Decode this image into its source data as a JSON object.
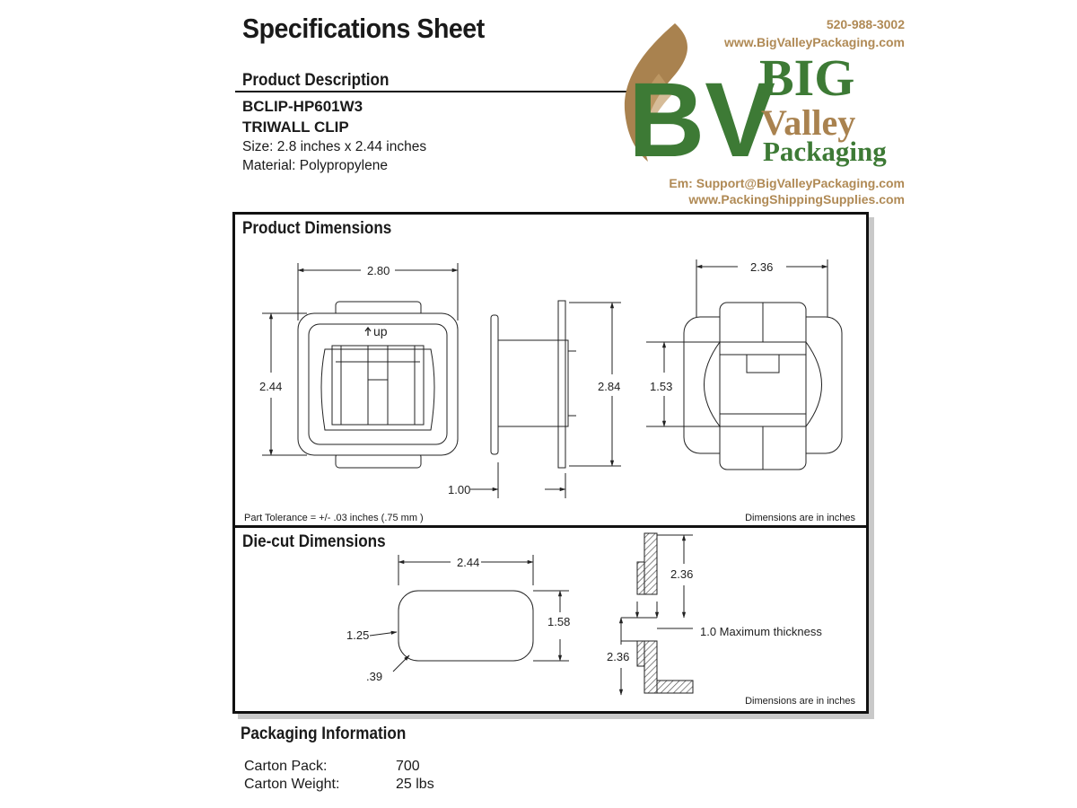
{
  "header": {
    "title": "Specifications Sheet"
  },
  "product_description": {
    "heading": "Product Description",
    "sku": "BCLIP-HP601W3",
    "name": "TRIWALL CLIP",
    "size": "Size: 2.8 inches x  2.44 inches",
    "material": "Material: Polypropylene"
  },
  "contact": {
    "phone": "520-988-3002",
    "website": "www.BigValleyPackaging.com",
    "email": "Em: Support@BigValleyPackaging.com",
    "website2": "www.PackingShippingSupplies.com"
  },
  "logo": {
    "monogram": "BV",
    "word1": "BIG",
    "word2": "Valley",
    "word3": "Packaging",
    "green": "#3d7a35",
    "gold": "#a9824f"
  },
  "product_dimensions": {
    "heading": "Product Dimensions",
    "front_width": "2.80",
    "front_height": "2.44",
    "up_label": "up",
    "side_height": "2.84",
    "side_depth": "1.00",
    "back_width": "2.36",
    "back_height": "1.53",
    "tolerance": "Part Tolerance = +/-  .03 inches (.75 mm )",
    "units_note": "Dimensions are in inches"
  },
  "diecut_dimensions": {
    "heading": "Die-cut Dimensions",
    "width": "2.44",
    "height": "1.58",
    "side": "1.25",
    "radius": ".39",
    "upper_length": "2.36",
    "lower_length": "2.36",
    "thickness": "1.0 Maximum thickness",
    "units_note": "Dimensions are in inches"
  },
  "packaging": {
    "heading": "Packaging Information",
    "rows": [
      {
        "label": "Carton Pack:",
        "value": "700"
      },
      {
        "label": "Carton Weight:",
        "value": "25 lbs"
      }
    ]
  }
}
